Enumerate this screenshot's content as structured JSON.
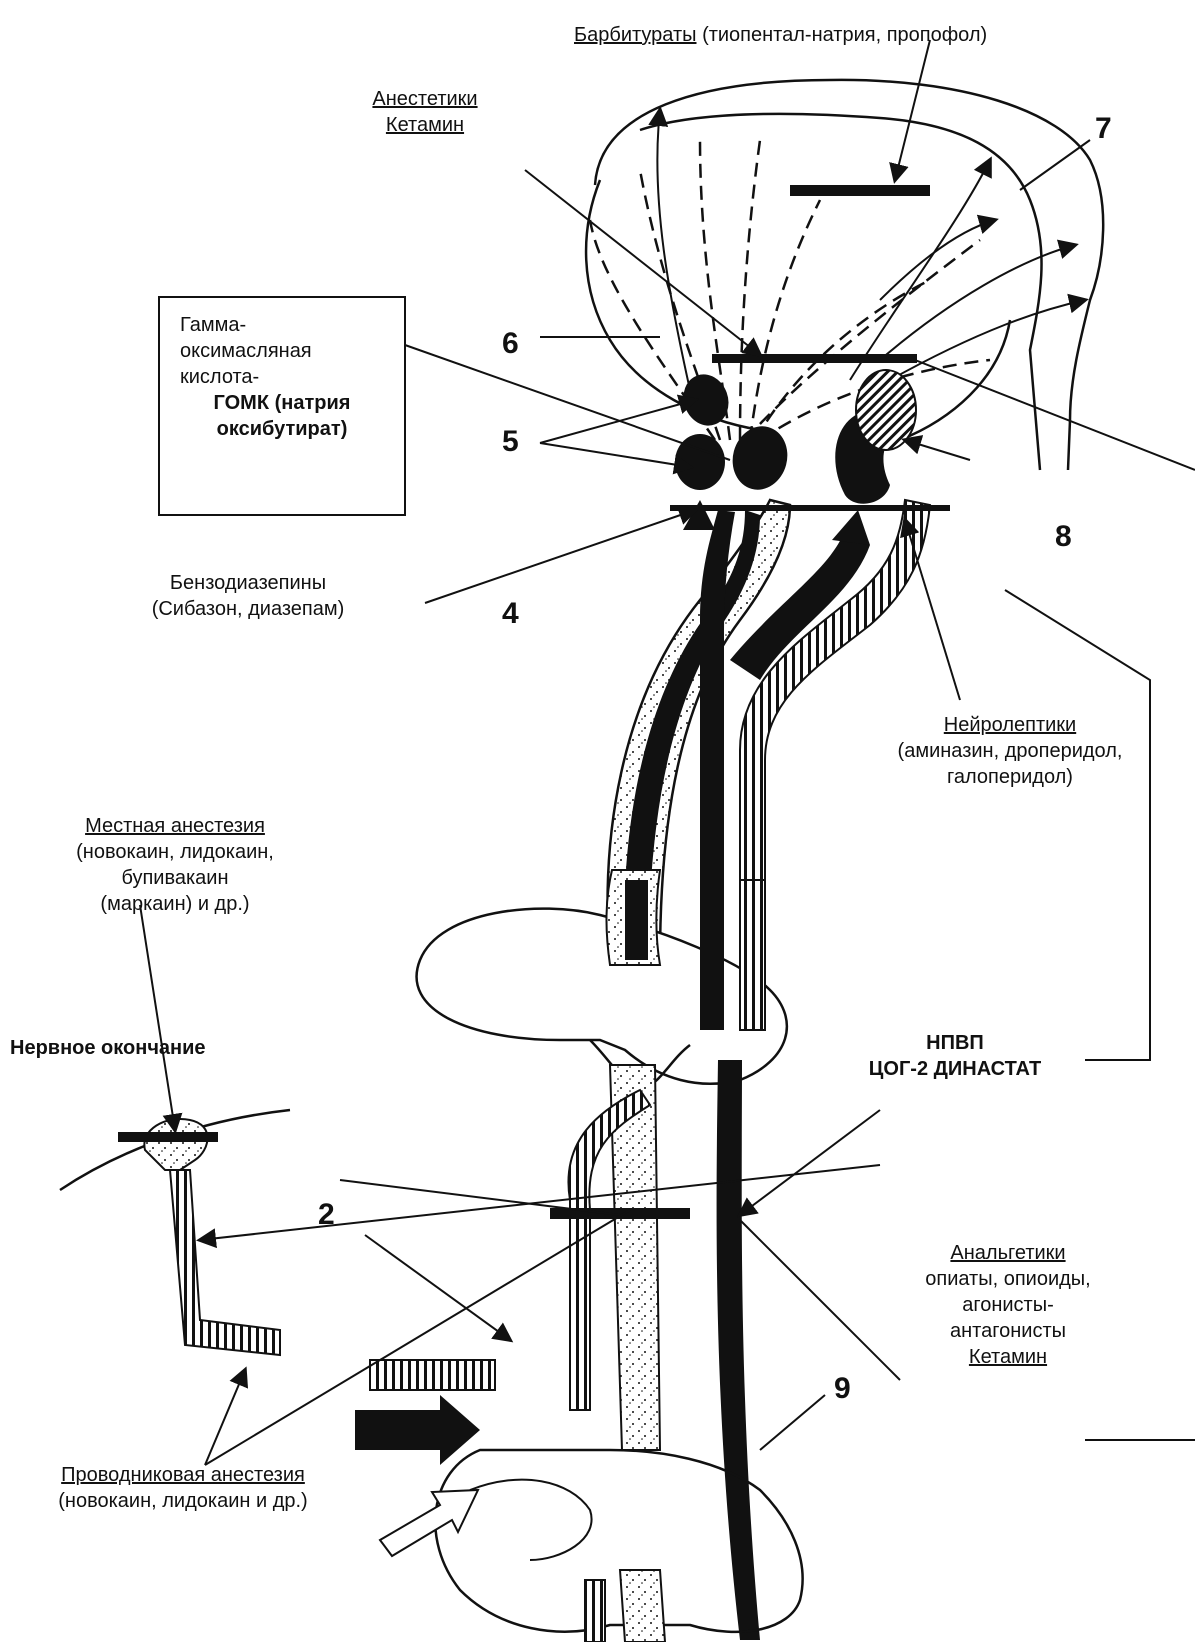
{
  "labels": {
    "barbiturates": {
      "name": "Барбитураты",
      "drugs": "(тиопентал-натрия, пропофол)"
    },
    "anesthetics": {
      "line1": "Анестетики",
      "line2": "Кетамин"
    },
    "ghb": {
      "line1": "Гамма-",
      "line2": "оксимасляная",
      "line3": "кислота-",
      "line4": "ГОМК (натрия",
      "line5": "оксибутират)"
    },
    "benzodiazepines": {
      "line1": "Бензодиазепины",
      "line2": "(Сибазон, диазепам)"
    },
    "neuroleptics": {
      "name": "Нейролептики",
      "line2": "(аминазин, дроперидол,",
      "line3": "галоперидол)"
    },
    "local_anesthesia": {
      "name": "Местная анестезия",
      "line2": "(новокаин, лидокаин,",
      "line3": "бупивакаин",
      "line4": "(маркаин) и др.)"
    },
    "nerve_ending": "Нервное окончание",
    "nsaid": {
      "line1": "НПВП",
      "line2": "ЦОГ-2 ДИНАСТАТ"
    },
    "analgesics": {
      "name": "Анальгетики",
      "line2": "опиаты, опиоиды,",
      "line3": "агонисты-",
      "line4": "антагонисты",
      "line5": "Кетамин"
    },
    "conduction_anesthesia": {
      "name": "Проводниковая анестезия",
      "line2": "(новокаин, лидокаин и др.)"
    }
  },
  "numbers": {
    "n2": "2",
    "n4": "4",
    "n5": "5",
    "n6": "6",
    "n7": "7",
    "n8": "8",
    "n9": "9"
  }
}
